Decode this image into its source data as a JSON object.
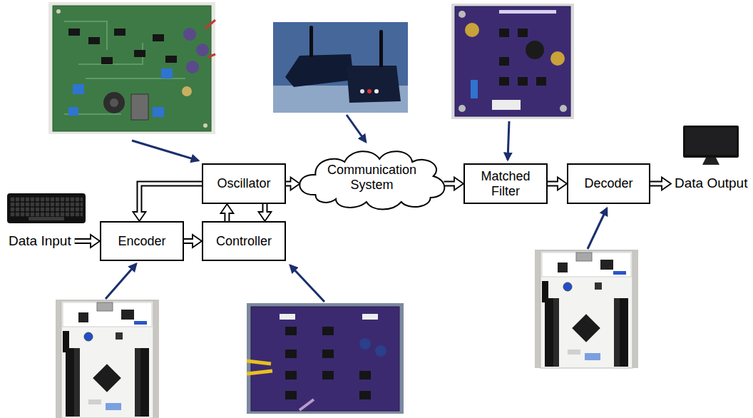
{
  "diagram": {
    "nodes": [
      {
        "text": [
          "Oscillator"
        ]
      },
      {
        "text": [
          "Communication System"
        ]
      },
      {
        "text": [
          "Matched Filter"
        ]
      },
      {
        "text": [
          "Decoder"
        ]
      },
      {
        "text": [
          "Encoder"
        ]
      },
      {
        "text": [
          "Controller"
        ]
      }
    ],
    "edges": [
      {
        "from": 0,
        "to": 4,
        "arrow": "to"
      },
      {
        "from": 4,
        "to": 5,
        "arrow": "to"
      },
      {
        "from": 5,
        "to": 0,
        "arrow": "to"
      },
      {
        "from": 0,
        "to": 5,
        "arrow": "to"
      },
      {
        "from": 0,
        "to": 1,
        "arrow": "to"
      },
      {
        "from": 1,
        "to": 2,
        "arrow": "to"
      },
      {
        "from": 2,
        "to": 3,
        "arrow": "to"
      }
    ],
    "labels": [
      "Data Input",
      "Data Output"
    ]
  }
}
